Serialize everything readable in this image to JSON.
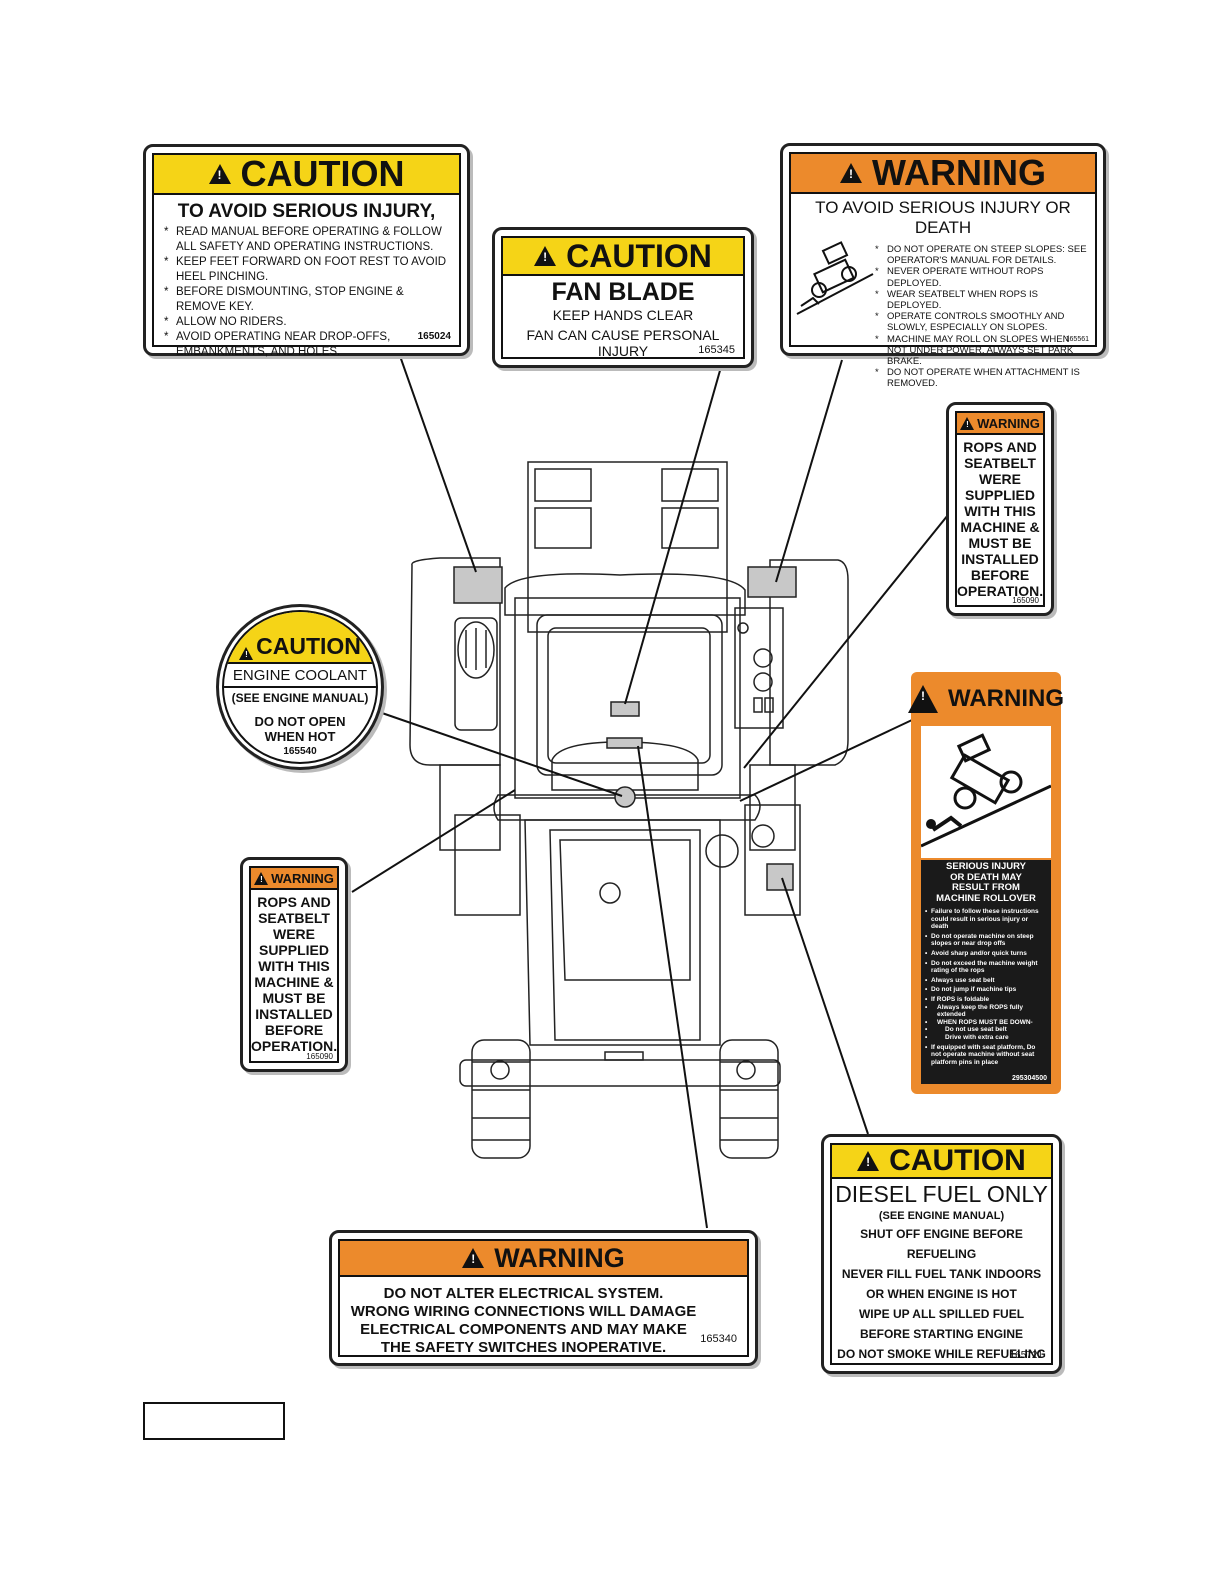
{
  "decal_1": {
    "header": "CAUTION",
    "title": "TO AVOID SERIOUS INJURY,",
    "items": [
      "READ MANUAL BEFORE OPERATING & FOLLOW ALL SAFETY AND OPERATING INSTRUCTIONS.",
      "KEEP FEET FORWARD ON FOOT REST TO AVOID HEEL PINCHING.",
      "BEFORE DISMOUNTING, STOP ENGINE & REMOVE KEY.",
      "ALLOW NO RIDERS.",
      "AVOID OPERATING NEAR DROP-OFFS, EMBANKMENTS, AND HOLES."
    ],
    "part_number": "165024",
    "header_color": "#f5d417"
  },
  "decal_2": {
    "header": "CAUTION",
    "title": "FAN BLADE",
    "line1": "KEEP HANDS CLEAR",
    "line2": "FAN CAN CAUSE PERSONAL INJURY",
    "part_number": "165345"
  },
  "decal_3": {
    "header": "WARNING",
    "title": "TO AVOID SERIOUS INJURY OR DEATH",
    "items": [
      "DO NOT OPERATE ON STEEP SLOPES: SEE OPERATOR'S MANUAL FOR DETAILS.",
      "NEVER OPERATE WITHOUT ROPS DEPLOYED.",
      "WEAR SEATBELT WHEN ROPS IS DEPLOYED.",
      "OPERATE CONTROLS SMOOTHLY AND SLOWLY, ESPECIALLY ON SLOPES.",
      "MACHINE MAY ROLL ON SLOPES WHEN NOT UNDER POWER. ALWAYS SET PARK BRAKE.",
      "DO NOT OPERATE WHEN ATTACHMENT IS REMOVED."
    ],
    "part_number": "165561",
    "header_color": "#ec8a2c"
  },
  "decal_4": {
    "header": "WARNING",
    "lines": [
      "ROPS AND",
      "SEATBELT",
      "WERE",
      "SUPPLIED",
      "WITH THIS",
      "MACHINE &",
      "MUST BE",
      "INSTALLED",
      "BEFORE",
      "OPERATION."
    ],
    "part_number": "165090"
  },
  "decal_5": {
    "header": "CAUTION",
    "line1": "ENGINE COOLANT",
    "line2": "(SEE ENGINE MANUAL)",
    "line3": "DO NOT OPEN",
    "line4": "WHEN HOT",
    "part_number": "165540"
  },
  "decal_6": {
    "header": "WARNING",
    "title_lines": [
      "SERIOUS INJURY",
      "OR DEATH MAY",
      "RESULT FROM",
      "MACHINE ROLLOVER"
    ],
    "items": [
      "Failure to follow these instructions could result in serious injury or death",
      "Do not operate machine on steep slopes or near drop offs",
      "Avoid sharp and/or quick turns",
      "Do not exceed the machine weight rating of the rops",
      "Always use seat belt",
      "Do not jump if machine tips",
      "If ROPS is foldable",
      "If equipped with seat platform, Do not operate machine without seat platform pins in place"
    ],
    "subitems": [
      "Always keep the ROPS fully extended",
      "WHEN ROPS MUST BE DOWN-",
      "Do not use seat belt",
      "Drive with extra care"
    ],
    "part_number": "295304500",
    "bg_color": "#ec8a2c"
  },
  "decal_7": {
    "header": "WARNING",
    "lines": [
      "ROPS AND",
      "SEATBELT",
      "WERE",
      "SUPPLIED",
      "WITH THIS",
      "MACHINE &",
      "MUST BE",
      "INSTALLED",
      "BEFORE",
      "OPERATION."
    ],
    "part_number": "165090"
  },
  "decal_8": {
    "header": "WARNING",
    "lines": [
      "DO NOT ALTER ELECTRICAL SYSTEM.",
      "WRONG WIRING CONNECTIONS WILL DAMAGE",
      "ELECTRICAL COMPONENTS AND MAY MAKE",
      "THE SAFETY SWITCHES INOPERATIVE."
    ],
    "part_number": "165340"
  },
  "decal_9": {
    "header": "CAUTION",
    "title": "DIESEL FUEL ONLY",
    "lines": [
      "(SEE ENGINE MANUAL)",
      "SHUT OFF ENGINE BEFORE REFUELING",
      "NEVER FILL FUEL TANK INDOORS",
      "OR WHEN ENGINE IS HOT",
      "WIPE UP ALL SPILLED FUEL",
      "BEFORE STARTING ENGINE",
      "DO NOT SMOKE WHILE REFUELING"
    ],
    "part_number": "165721"
  },
  "figure_label": ""
}
